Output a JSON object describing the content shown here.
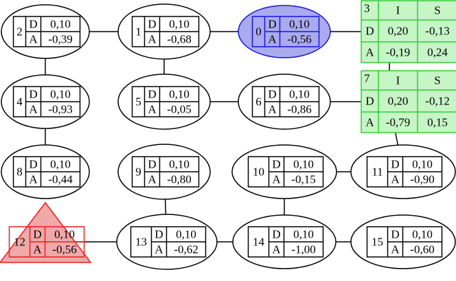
{
  "nodes": [
    {
      "id": "0",
      "style": "blue",
      "rows": [
        [
          "D",
          "0,10"
        ],
        [
          "A",
          "-0,56"
        ]
      ]
    },
    {
      "id": "1",
      "style": "plain",
      "rows": [
        [
          "D",
          "0,10"
        ],
        [
          "A",
          "-0,68"
        ]
      ]
    },
    {
      "id": "2",
      "style": "plain",
      "rows": [
        [
          "D",
          "0,10"
        ],
        [
          "A",
          "-0,39"
        ]
      ]
    },
    {
      "id": "3",
      "style": "green",
      "header": [
        "I",
        "S"
      ],
      "rows": [
        [
          "D",
          "0,20",
          "-0,13"
        ],
        [
          "A",
          "-0,19",
          "0,24"
        ]
      ]
    },
    {
      "id": "4",
      "style": "plain",
      "rows": [
        [
          "D",
          "0,10"
        ],
        [
          "A",
          "-0,93"
        ]
      ]
    },
    {
      "id": "5",
      "style": "plain",
      "rows": [
        [
          "D",
          "0,10"
        ],
        [
          "A",
          "-0,05"
        ]
      ]
    },
    {
      "id": "6",
      "style": "plain",
      "rows": [
        [
          "D",
          "0,10"
        ],
        [
          "A",
          "-0,86"
        ]
      ]
    },
    {
      "id": "7",
      "style": "green",
      "header": [
        "I",
        "S"
      ],
      "rows": [
        [
          "D",
          "0,20",
          "-0,12"
        ],
        [
          "A",
          "-0,79",
          "0,15"
        ]
      ]
    },
    {
      "id": "8",
      "style": "plain",
      "rows": [
        [
          "D",
          "0,10"
        ],
        [
          "A",
          "-0,44"
        ]
      ]
    },
    {
      "id": "9",
      "style": "plain",
      "rows": [
        [
          "D",
          "0,10"
        ],
        [
          "A",
          "-0,80"
        ]
      ]
    },
    {
      "id": "10",
      "style": "plain",
      "rows": [
        [
          "D",
          "0,10"
        ],
        [
          "A",
          "-0,15"
        ]
      ]
    },
    {
      "id": "11",
      "style": "plain",
      "rows": [
        [
          "D",
          "0,10"
        ],
        [
          "A",
          "-0,90"
        ]
      ]
    },
    {
      "id": "12",
      "style": "red",
      "rows": [
        [
          "D",
          "0,10"
        ],
        [
          "A",
          "-0,56"
        ]
      ]
    },
    {
      "id": "13",
      "style": "plain",
      "rows": [
        [
          "D",
          "0,10"
        ],
        [
          "A",
          "-0,62"
        ]
      ]
    },
    {
      "id": "14",
      "style": "plain",
      "rows": [
        [
          "D",
          "0,10"
        ],
        [
          "A",
          "-1,00"
        ]
      ]
    },
    {
      "id": "15",
      "style": "plain",
      "rows": [
        [
          "D",
          "0,10"
        ],
        [
          "A",
          "-0,60"
        ]
      ]
    }
  ],
  "edges": [
    [
      "2",
      "1"
    ],
    [
      "1",
      "0"
    ],
    [
      "0",
      "3"
    ],
    [
      "2",
      "4"
    ],
    [
      "1",
      "5"
    ],
    [
      "3",
      "7"
    ],
    [
      "5",
      "6"
    ],
    [
      "6",
      "7"
    ],
    [
      "4",
      "8"
    ],
    [
      "7",
      "11"
    ],
    [
      "10",
      "11"
    ],
    [
      "9",
      "13"
    ],
    [
      "10",
      "14"
    ],
    [
      "12",
      "13"
    ],
    [
      "13",
      "14"
    ],
    [
      "14",
      "15"
    ]
  ],
  "colors": {
    "blue_fill": "#aaaaee",
    "blue_stroke": "#1515dd",
    "green_fill": "#c6f5c6",
    "green_stroke": "#33cc33",
    "red_fill": "#f0a9a9",
    "red_stroke": "#ee1c1c",
    "line": "#000000"
  }
}
